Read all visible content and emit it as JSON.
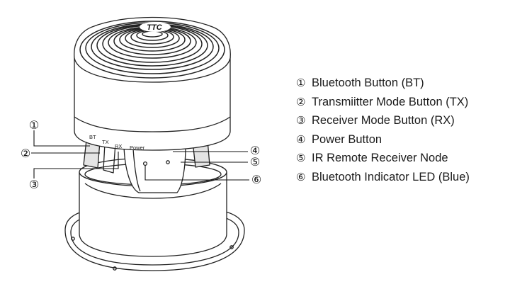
{
  "device": {
    "logo": "TTC",
    "body_labels": {
      "bt": "BT",
      "tx": "TX",
      "rx": "RX",
      "power": "Power"
    }
  },
  "callouts": [
    {
      "marker": "①",
      "text": "Bluetooth Button (BT)"
    },
    {
      "marker": "②",
      "text": "Transmiitter Mode Button (TX)"
    },
    {
      "marker": "③",
      "text": "Receiver Mode Button (RX)"
    },
    {
      "marker": "④",
      "text": "Power  Button"
    },
    {
      "marker": "⑤",
      "text": "IR Remote Receiver Node"
    },
    {
      "marker": "⑥",
      "text": "Bluetooth Indicator LED (Blue)"
    }
  ]
}
